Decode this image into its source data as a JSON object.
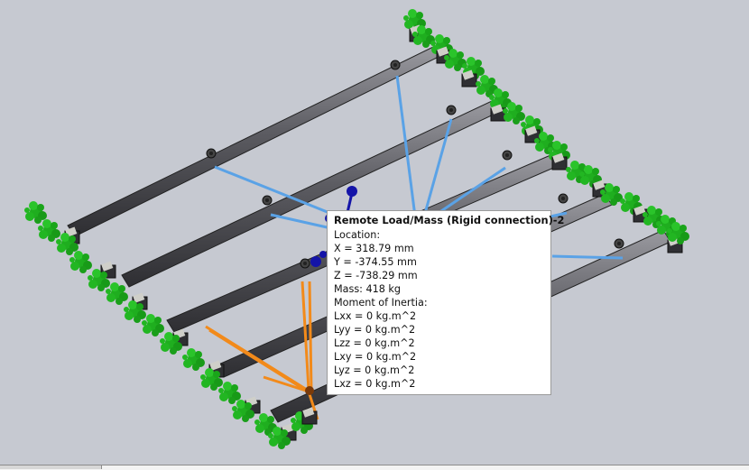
{
  "viewport": {
    "background_color": "#c6c9d1",
    "model": "frame-with-plant-trays",
    "beam_color": "#5a5a5e",
    "plant_color": "#1fae1f",
    "connector_blue": "#5aa2e6",
    "connector_orange": "#f28a1a",
    "handle_color": "#1414a8"
  },
  "tooltip": {
    "title": "Remote Load/Mass (Rigid connection)-2",
    "location_label": "Location:",
    "x": "X = 318.79 mm",
    "y": "Y = -374.55 mm",
    "z": "Z = -738.29 mm",
    "mass": "Mass: 418 kg",
    "inertia_label": "Moment of Inertia:",
    "lxx": "Lxx = 0 kg.m^2",
    "lyy": "Lyy = 0 kg.m^2",
    "lzz": "Lzz = 0 kg.m^2",
    "lxy": "Lxy = 0 kg.m^2",
    "lyz": "Lyz = 0 kg.m^2",
    "lxz": "Lxz = 0 kg.m^2"
  }
}
